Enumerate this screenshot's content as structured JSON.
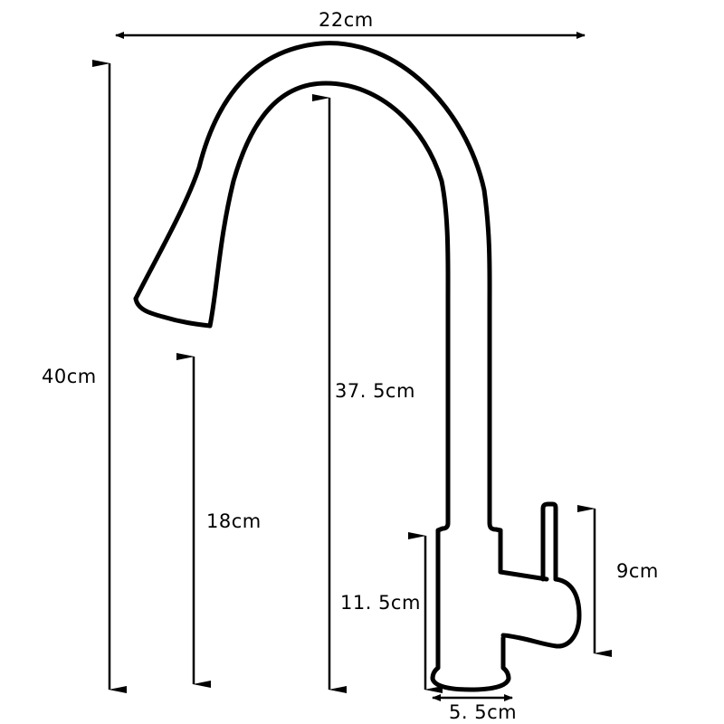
{
  "diagram": {
    "subject": "Pull-down kitchen faucet dimensions",
    "colors": {
      "line": "#000000",
      "background": "#ffffff"
    },
    "dimensions": {
      "total_width": {
        "label": "22cm",
        "value_cm": 22,
        "orientation": "horizontal"
      },
      "total_height": {
        "label": "40cm",
        "value_cm": 40,
        "orientation": "vertical"
      },
      "spout_clearance_height": {
        "label": "18cm",
        "value_cm": 18,
        "orientation": "vertical"
      },
      "inner_arch_height": {
        "label": "37. 5cm",
        "value_cm": 37.5,
        "orientation": "vertical"
      },
      "body_height": {
        "label": "11. 5cm",
        "value_cm": 11.5,
        "orientation": "vertical"
      },
      "handle_height": {
        "label": "9cm",
        "value_cm": 9,
        "orientation": "vertical"
      },
      "base_diameter": {
        "label": "5. 5cm",
        "value_cm": 5.5,
        "orientation": "horizontal"
      }
    }
  }
}
